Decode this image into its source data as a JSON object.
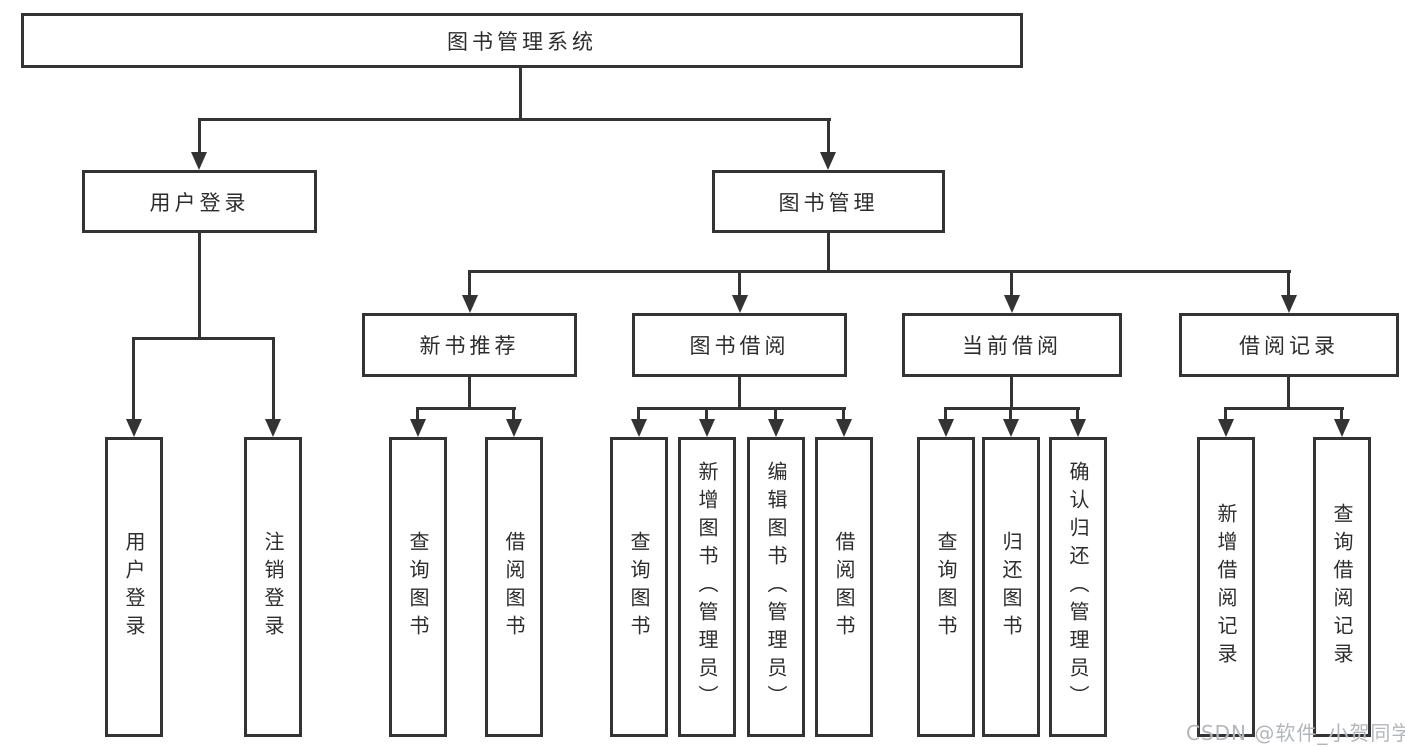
{
  "colors": {
    "line": "#333333",
    "text": "#2d2d2d",
    "background": "#ffffff",
    "watermark": "#b3b6ba"
  },
  "watermark": "CSDN @软件_小贺同学",
  "nodes": {
    "root": {
      "label": "图书管理系统"
    },
    "level2": [
      {
        "label": "用户登录"
      },
      {
        "label": "图书管理"
      }
    ],
    "level3": [
      {
        "label": "新书推荐",
        "parent": "图书管理"
      },
      {
        "label": "图书借阅",
        "parent": "图书管理"
      },
      {
        "label": "当前借阅",
        "parent": "图书管理"
      },
      {
        "label": "借阅记录",
        "parent": "图书管理"
      }
    ],
    "leaves": [
      {
        "label": "用户登录",
        "parent": "用户登录"
      },
      {
        "label": "注销登录",
        "parent": "用户登录"
      },
      {
        "label": "查询图书",
        "parent": "新书推荐"
      },
      {
        "label": "借阅图书",
        "parent": "新书推荐"
      },
      {
        "label": "查询图书",
        "parent": "图书借阅"
      },
      {
        "label": "新增图书（管理员）",
        "parent": "图书借阅"
      },
      {
        "label": "编辑图书（管理员）",
        "parent": "图书借阅"
      },
      {
        "label": "借阅图书",
        "parent": "图书借阅"
      },
      {
        "label": "查询图书",
        "parent": "当前借阅"
      },
      {
        "label": "归还图书",
        "parent": "当前借阅"
      },
      {
        "label": "确认归还（管理员）",
        "parent": "当前借阅"
      },
      {
        "label": "新增借阅记录",
        "parent": "借阅记录"
      },
      {
        "label": "查询借阅记录",
        "parent": "借阅记录"
      }
    ]
  }
}
